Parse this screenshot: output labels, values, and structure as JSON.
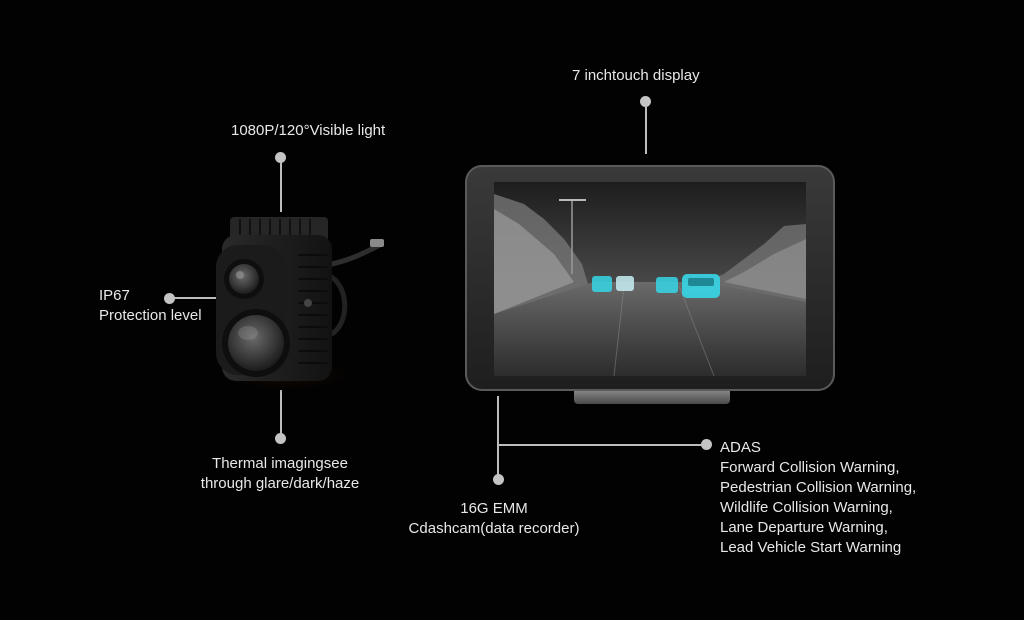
{
  "labels": {
    "display": "7 inchtouch display",
    "visible_light": "1080P/120°Visible light",
    "ip67_line1": "IP67",
    "ip67_line2": "Protection level",
    "thermal_line1": "Thermal imagingsee",
    "thermal_line2": "through glare/dark/haze",
    "emm_line1": "16G EMM",
    "emm_line2": "Cdashcam(data recorder)",
    "adas_title": "ADAS",
    "adas_items": [
      "Forward Collision Warning,",
      "Pedestrian Collision Warning,",
      "Wildlife Collision Warning,",
      "Lane Departure Warning,",
      "Lead Vehicle Start Warning"
    ]
  },
  "icons": {
    "camera": "thermal-camera-icon",
    "display": "touch-display-icon"
  },
  "colors": {
    "background": "#020202",
    "text": "#e8e8e8",
    "callout": "#c4c4c4",
    "highlight": "#36d6e8"
  }
}
